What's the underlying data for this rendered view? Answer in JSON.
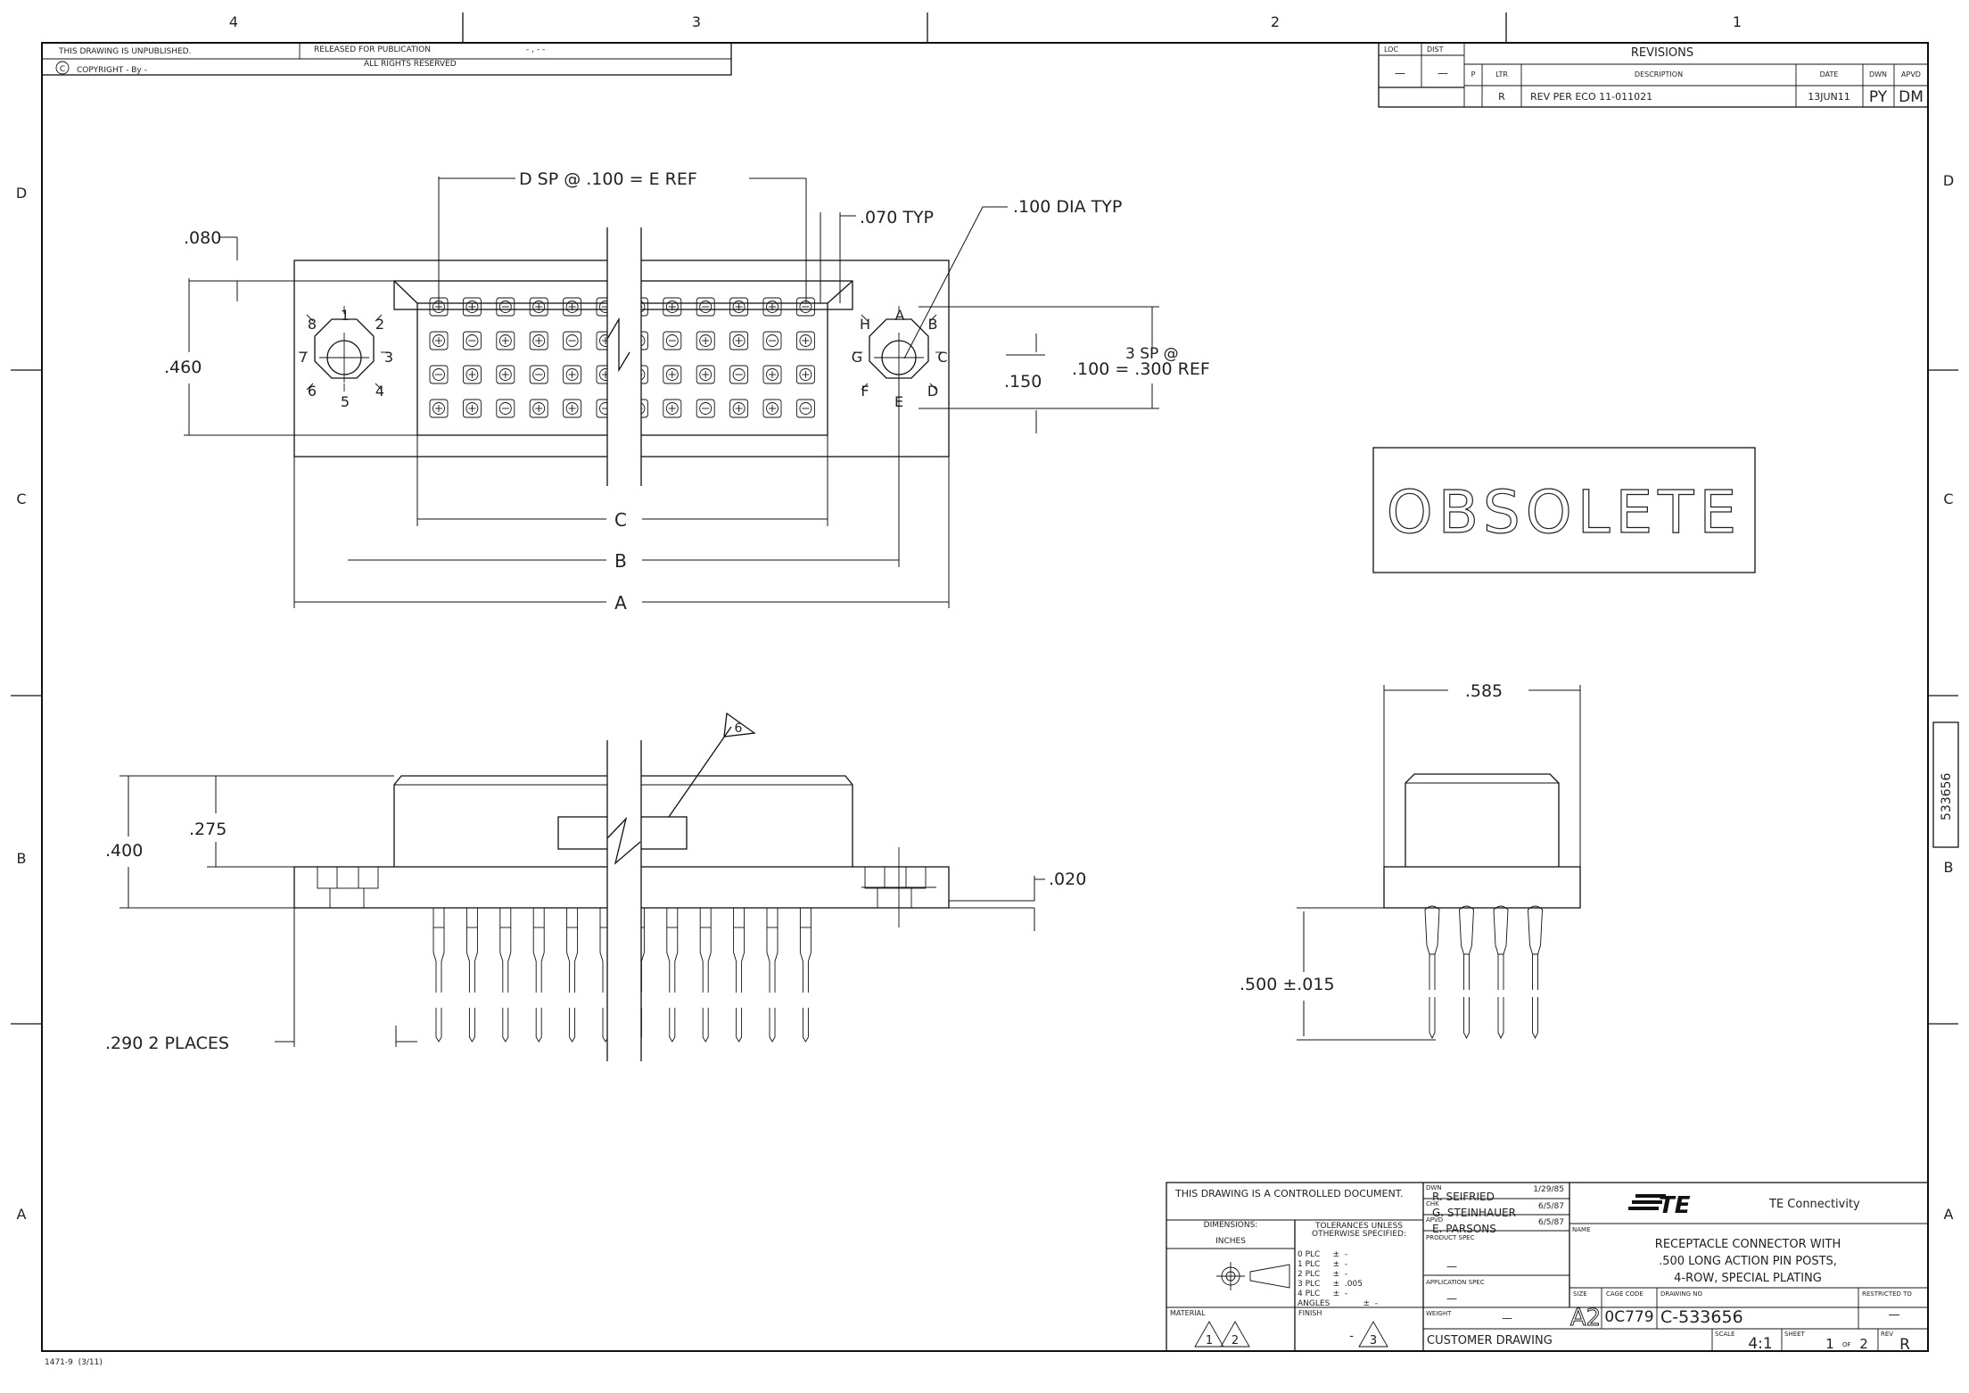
{
  "zones": {
    "top": [
      "4",
      "3",
      "2",
      "1"
    ],
    "left": [
      "D",
      "C",
      "B",
      "A"
    ],
    "right": [
      "D",
      "C",
      "B",
      "A"
    ]
  },
  "header": {
    "unpublished": "THIS DRAWING IS UNPUBLISHED.",
    "released": "RELEASED FOR PUBLICATION",
    "dash": "- , -   -",
    "copyright": "COPYRIGHT  -    By  -",
    "copyright_symbol": "C",
    "rights": "ALL RIGHTS RESERVED"
  },
  "revisions": {
    "title": "REVISIONS",
    "loc_label": "LOC",
    "dist_label": "DIST",
    "loc_value": "—",
    "dist_value": "—",
    "columns": [
      "P",
      "LTR",
      "DESCRIPTION",
      "DATE",
      "DWN",
      "APVD"
    ],
    "rows": [
      {
        "p": "",
        "ltr": "R",
        "description": "REV PER ECO 11-011021",
        "date": "13JUN11",
        "dwn": "PY",
        "apvd": "DM"
      }
    ]
  },
  "dimensions": {
    "d_sp": "D SP @ .100 = E REF",
    "typ070": ".070 TYP",
    "dia100": ".100 DIA TYP",
    "d080": ".080",
    "d460": ".460",
    "sp3_a": "3 SP @",
    "sp3_b": ".100 = .300 REF",
    "d150": ".150",
    "C": "C",
    "B": "B",
    "A": "A",
    "d585": ".585",
    "d275": ".275",
    "d400": ".400",
    "d020": ".020",
    "d500": ".500  ±.015",
    "d290": ".290  2 PLACES",
    "note6": "6"
  },
  "octagon_left": [
    "1",
    "2",
    "3",
    "4",
    "5",
    "6",
    "7",
    "8"
  ],
  "octagon_right": [
    "A",
    "B",
    "C",
    "D",
    "E",
    "F",
    "G",
    "H"
  ],
  "obsolete": "OBSOLETE",
  "side_tab": "533656",
  "title_block": {
    "controlled": "THIS DRAWING IS A CONTROLLED DOCUMENT.",
    "dimensions_label": "DIMENSIONS:",
    "units": "INCHES",
    "tolerances_a": "TOLERANCES UNLESS",
    "tolerances_b": "OTHERWISE SPECIFIED:",
    "tol_rows": [
      "0 PLC     ±  -",
      "1 PLC     ±  -",
      "2 PLC     ±  -",
      "3 PLC     ±  .005",
      "4 PLC     ±  -",
      "ANGLES             ±  -"
    ],
    "material": "MATERIAL",
    "finish": "FINISH",
    "mat_note_1": "1",
    "mat_note_2": "2",
    "finish_note": "3",
    "finish_dash": "-",
    "dwn_label": "DWN",
    "dwn_name": "R. SEIFRIED",
    "dwn_date": "1/29/85",
    "chk_label": "CHK",
    "chk_name": "G. STEINHAUER",
    "chk_date": "6/5/87",
    "apvd_label": "APVD",
    "apvd_name": "E. PARSONS",
    "apvd_date": "6/5/87",
    "product_spec": "PRODUCT SPEC",
    "product_spec_value": "—",
    "application_spec": "APPLICATION SPEC",
    "application_spec_value": "—",
    "weight": "WEIGHT",
    "weight_value": "—",
    "customer": "CUSTOMER DRAWING",
    "logo": "TE",
    "company": "TE Connectivity",
    "name_label": "NAME",
    "name_lines": [
      "RECEPTACLE CONNECTOR WITH",
      ".500 LONG ACTION PIN POSTS,",
      "4-ROW, SPECIAL PLATING"
    ],
    "size_label": "SIZE",
    "size": "A2",
    "cage_label": "CAGE CODE",
    "cage": "0C779",
    "dwgno_label": "DRAWING NO",
    "dwgno": "C-533656",
    "restricted_label": "RESTRICTED TO",
    "restricted": "—",
    "scale_label": "SCALE",
    "scale": "4:1",
    "sheet_label": "SHEET",
    "sheet": "1",
    "sheet_of": "OF",
    "sheet_total": "2",
    "rev_label": "REV",
    "rev": "R"
  },
  "footer": "1471-9  (3/11)"
}
